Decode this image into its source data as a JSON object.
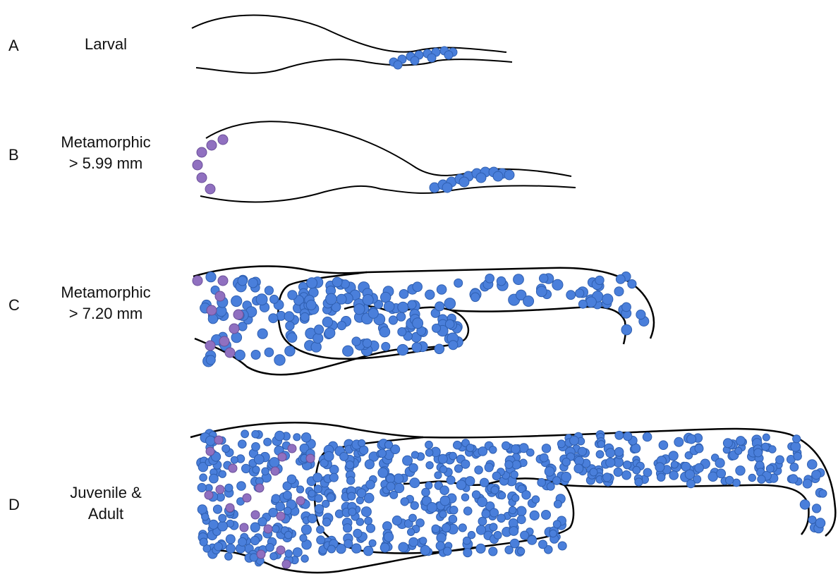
{
  "panels": [
    {
      "letter": "A",
      "label_lines": [
        "Larval"
      ]
    },
    {
      "letter": "B",
      "label_lines": [
        "Metamorphic",
        "> 5.99 mm"
      ]
    },
    {
      "letter": "C",
      "label_lines": [
        "Metamorphic",
        "> 7.20 mm"
      ]
    },
    {
      "letter": "D",
      "label_lines": [
        "Juvenile &",
        "Adult"
      ]
    }
  ],
  "colors": {
    "blue_cell": "#4a7fdb",
    "blue_cell_stroke": "#2f5fb0",
    "purple_cell": "#9070c0",
    "purple_cell_stroke": "#6a4f98",
    "outline": "#000000"
  }
}
